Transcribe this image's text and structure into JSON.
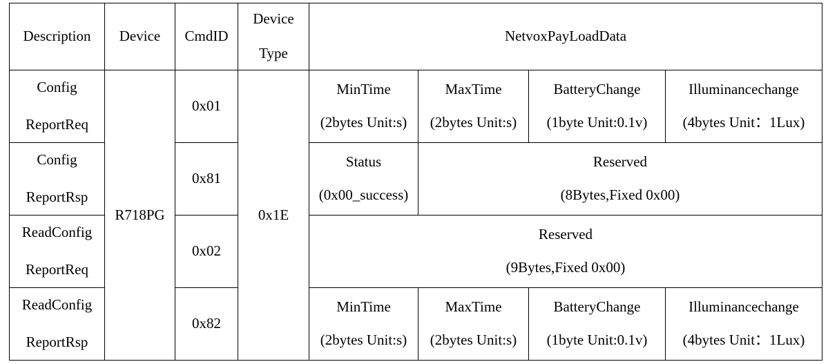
{
  "table": {
    "headers": {
      "description": "Description",
      "device": "Device",
      "cmdid": "CmdID",
      "device_type_line1": "Device",
      "device_type_line2": "Type",
      "payload": "NetvoxPayLoadData"
    },
    "device_value": "R718PG",
    "device_type_value": "0x1E",
    "rows": [
      {
        "description_line1": "Config",
        "description_line2": "ReportReq",
        "cmdid": "0x01",
        "payload_cells": [
          {
            "line1": "MinTime",
            "line2": "(2bytes Unit:s)",
            "span": 1
          },
          {
            "line1": "MaxTime",
            "line2": "(2bytes Unit:s)",
            "span": 1
          },
          {
            "line1": "BatteryChange",
            "line2": "(1byte Unit:0.1v)",
            "span": 1
          },
          {
            "line1": "Illuminancechange",
            "line2": "(4bytes Unit：1Lux)",
            "span": 1
          }
        ]
      },
      {
        "description_line1": "Config",
        "description_line2": "ReportRsp",
        "cmdid": "0x81",
        "payload_cells": [
          {
            "line1": "Status",
            "line2": "(0x00_success)",
            "span": 1
          },
          {
            "line1": "Reserved",
            "line2": "(8Bytes,Fixed 0x00)",
            "span": 3
          }
        ]
      },
      {
        "description_line1": "ReadConfig",
        "description_line2": "ReportReq",
        "cmdid": "0x02",
        "payload_cells": [
          {
            "line1": "Reserved",
            "line2": "(9Bytes,Fixed 0x00)",
            "span": 4
          }
        ]
      },
      {
        "description_line1": "ReadConfig",
        "description_line2": "ReportRsp",
        "cmdid": "0x82",
        "payload_cells": [
          {
            "line1": "MinTime",
            "line2": "(2bytes Unit:s)",
            "span": 1
          },
          {
            "line1": "MaxTime",
            "line2": "(2bytes Unit:s)",
            "span": 1
          },
          {
            "line1": "BatteryChange",
            "line2": "(1byte Unit:0.1v)",
            "span": 1
          },
          {
            "line1": "Illuminancechange",
            "line2": "(4bytes Unit：1Lux)",
            "span": 1
          }
        ]
      }
    ]
  }
}
